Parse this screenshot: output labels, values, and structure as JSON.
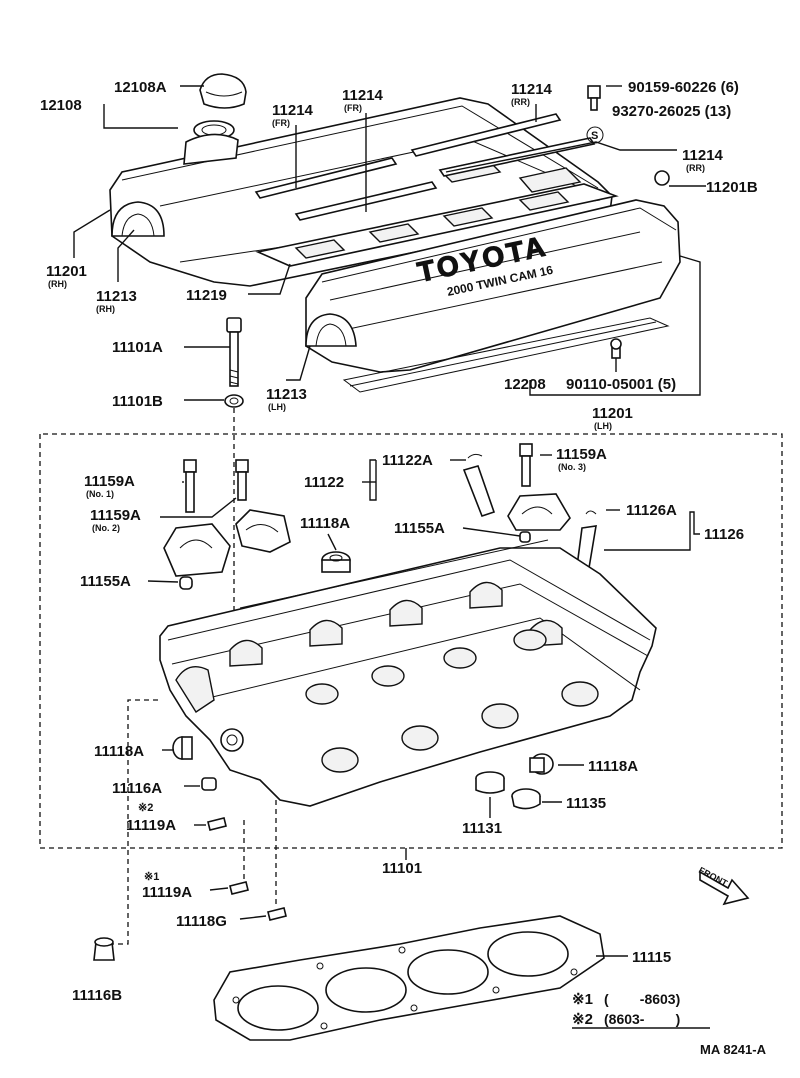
{
  "labels": {
    "p12108A": "12108A",
    "p12108": "12108",
    "p11214_fr_a": "11214",
    "p11214_fr_b": "11214",
    "p11214_rr_a": "11214",
    "p11214_rr_b": "11214",
    "fr": "(FR)",
    "rr": "(RR)",
    "p90159": "90159-60226 (6)",
    "p93270": "93270-26025 (13)",
    "p11201B": "11201B",
    "p11201_rh": "11201",
    "rh": "(RH)",
    "p11213_rh": "11213",
    "p11219": "11219",
    "p11101A": "11101A",
    "p11101B": "11101B",
    "p11213_lh": "11213",
    "lh": "(LH)",
    "p12208": "12208",
    "p90110": "90110-05001 (5)",
    "p11201_lh": "11201",
    "p11159A_1": "11159A",
    "no1": "(No. 1)",
    "p11159A_2": "11159A",
    "no2": "(No. 2)",
    "p11122A": "11122A",
    "p11122": "11122",
    "p11159A_3": "11159A",
    "no3": "(No. 3)",
    "p11118A_top": "11118A",
    "p11155A_right": "11155A",
    "p11126A": "11126A",
    "p11126": "11126",
    "p11155A_left": "11155A",
    "p11118A_left": "11118A",
    "p11116A": "11116A",
    "p11119A_top": "11119A",
    "p11118A_right": "11118A",
    "p11135": "11135",
    "p11131": "11131",
    "p11101": "11101",
    "p11119A_bot": "11119A",
    "p11118G": "11118G",
    "p11116B": "11116B",
    "p11115": "11115",
    "mark1": "※1",
    "mark2": "※2",
    "s_mark": "S",
    "toyota": "TOYOTA",
    "twincam": "2000 TWIN CAM 16",
    "front": "FRONT",
    "note1_mark": "※1",
    "note1_val": "(        -8603)",
    "note2_mark": "※2",
    "note2_val": "(8603-        )",
    "code": "MA 8241-A"
  }
}
